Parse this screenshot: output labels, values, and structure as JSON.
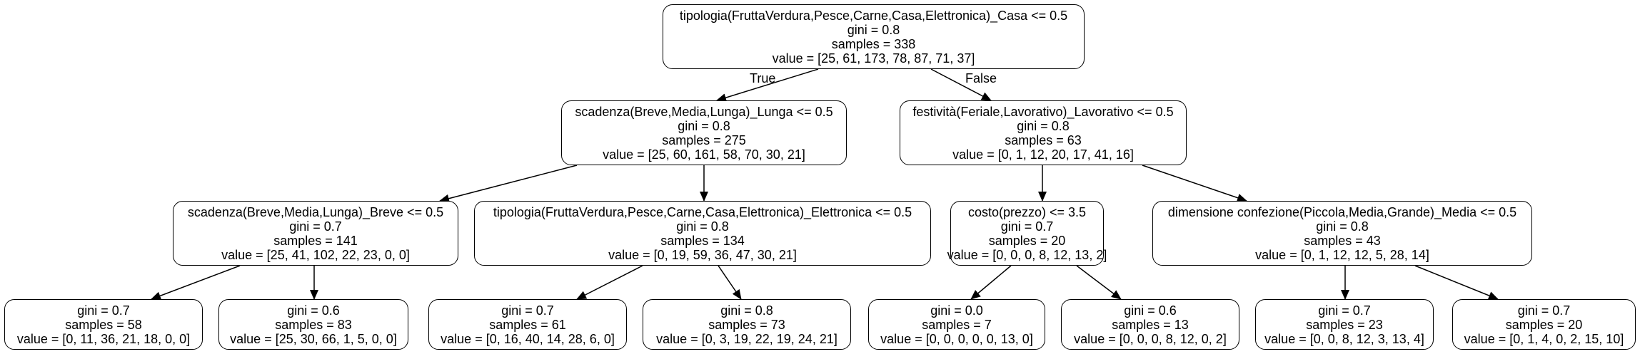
{
  "tree": {
    "nodes": [
      {
        "id": "n0",
        "split": "tipologia(FruttaVerdura,Pesce,Carne,Casa,Elettronica)_Casa <= 0.5",
        "gini": "gini = 0.8",
        "samples": "samples = 338",
        "value": "value = [25, 61, 173, 78, 87, 71, 37]"
      },
      {
        "id": "n1",
        "split": "scadenza(Breve,Media,Lunga)_Lunga <= 0.5",
        "gini": "gini = 0.8",
        "samples": "samples = 275",
        "value": "value = [25, 60, 161, 58, 70, 30, 21]"
      },
      {
        "id": "n2",
        "split": "festività(Feriale,Lavorativo)_Lavorativo <= 0.5",
        "gini": "gini = 0.8",
        "samples": "samples = 63",
        "value": "value = [0, 1, 12, 20, 17, 41, 16]"
      },
      {
        "id": "n3",
        "split": "scadenza(Breve,Media,Lunga)_Breve <= 0.5",
        "gini": "gini = 0.7",
        "samples": "samples = 141",
        "value": "value = [25, 41, 102, 22, 23, 0, 0]"
      },
      {
        "id": "n4",
        "split": "tipologia(FruttaVerdura,Pesce,Carne,Casa,Elettronica)_Elettronica <= 0.5",
        "gini": "gini = 0.8",
        "samples": "samples = 134",
        "value": "value = [0, 19, 59, 36, 47, 30, 21]"
      },
      {
        "id": "n5",
        "split": "costo(prezzo) <= 3.5",
        "gini": "gini = 0.7",
        "samples": "samples = 20",
        "value": "value = [0, 0, 0, 8, 12, 13, 2]"
      },
      {
        "id": "n6",
        "split": "dimensione confezione(Piccola,Media,Grande)_Media <= 0.5",
        "gini": "gini = 0.8",
        "samples": "samples = 43",
        "value": "value = [0, 1, 12, 12, 5, 28, 14]"
      },
      {
        "id": "n7",
        "gini": "gini = 0.7",
        "samples": "samples = 58",
        "value": "value = [0, 11, 36, 21, 18, 0, 0]"
      },
      {
        "id": "n8",
        "gini": "gini = 0.6",
        "samples": "samples = 83",
        "value": "value = [25, 30, 66, 1, 5, 0, 0]"
      },
      {
        "id": "n9",
        "gini": "gini = 0.7",
        "samples": "samples = 61",
        "value": "value = [0, 16, 40, 14, 28, 6, 0]"
      },
      {
        "id": "n10",
        "gini": "gini = 0.8",
        "samples": "samples = 73",
        "value": "value = [0, 3, 19, 22, 19, 24, 21]"
      },
      {
        "id": "n11",
        "gini": "gini = 0.0",
        "samples": "samples = 7",
        "value": "value = [0, 0, 0, 0, 0, 13, 0]"
      },
      {
        "id": "n12",
        "gini": "gini = 0.6",
        "samples": "samples = 13",
        "value": "value = [0, 0, 0, 8, 12, 0, 2]"
      },
      {
        "id": "n13",
        "gini": "gini = 0.7",
        "samples": "samples = 23",
        "value": "value = [0, 0, 8, 12, 3, 13, 4]"
      },
      {
        "id": "n14",
        "gini": "gini = 0.7",
        "samples": "samples = 20",
        "value": "value = [0, 1, 4, 0, 2, 15, 10]"
      }
    ],
    "edges": [
      {
        "from": "n0",
        "to": "n1",
        "label": "True"
      },
      {
        "from": "n0",
        "to": "n2",
        "label": "False"
      },
      {
        "from": "n1",
        "to": "n3"
      },
      {
        "from": "n1",
        "to": "n4"
      },
      {
        "from": "n2",
        "to": "n5"
      },
      {
        "from": "n2",
        "to": "n6"
      },
      {
        "from": "n3",
        "to": "n7"
      },
      {
        "from": "n3",
        "to": "n8"
      },
      {
        "from": "n4",
        "to": "n9"
      },
      {
        "from": "n4",
        "to": "n10"
      },
      {
        "from": "n5",
        "to": "n11"
      },
      {
        "from": "n5",
        "to": "n12"
      },
      {
        "from": "n6",
        "to": "n13"
      },
      {
        "from": "n6",
        "to": "n14"
      }
    ]
  }
}
